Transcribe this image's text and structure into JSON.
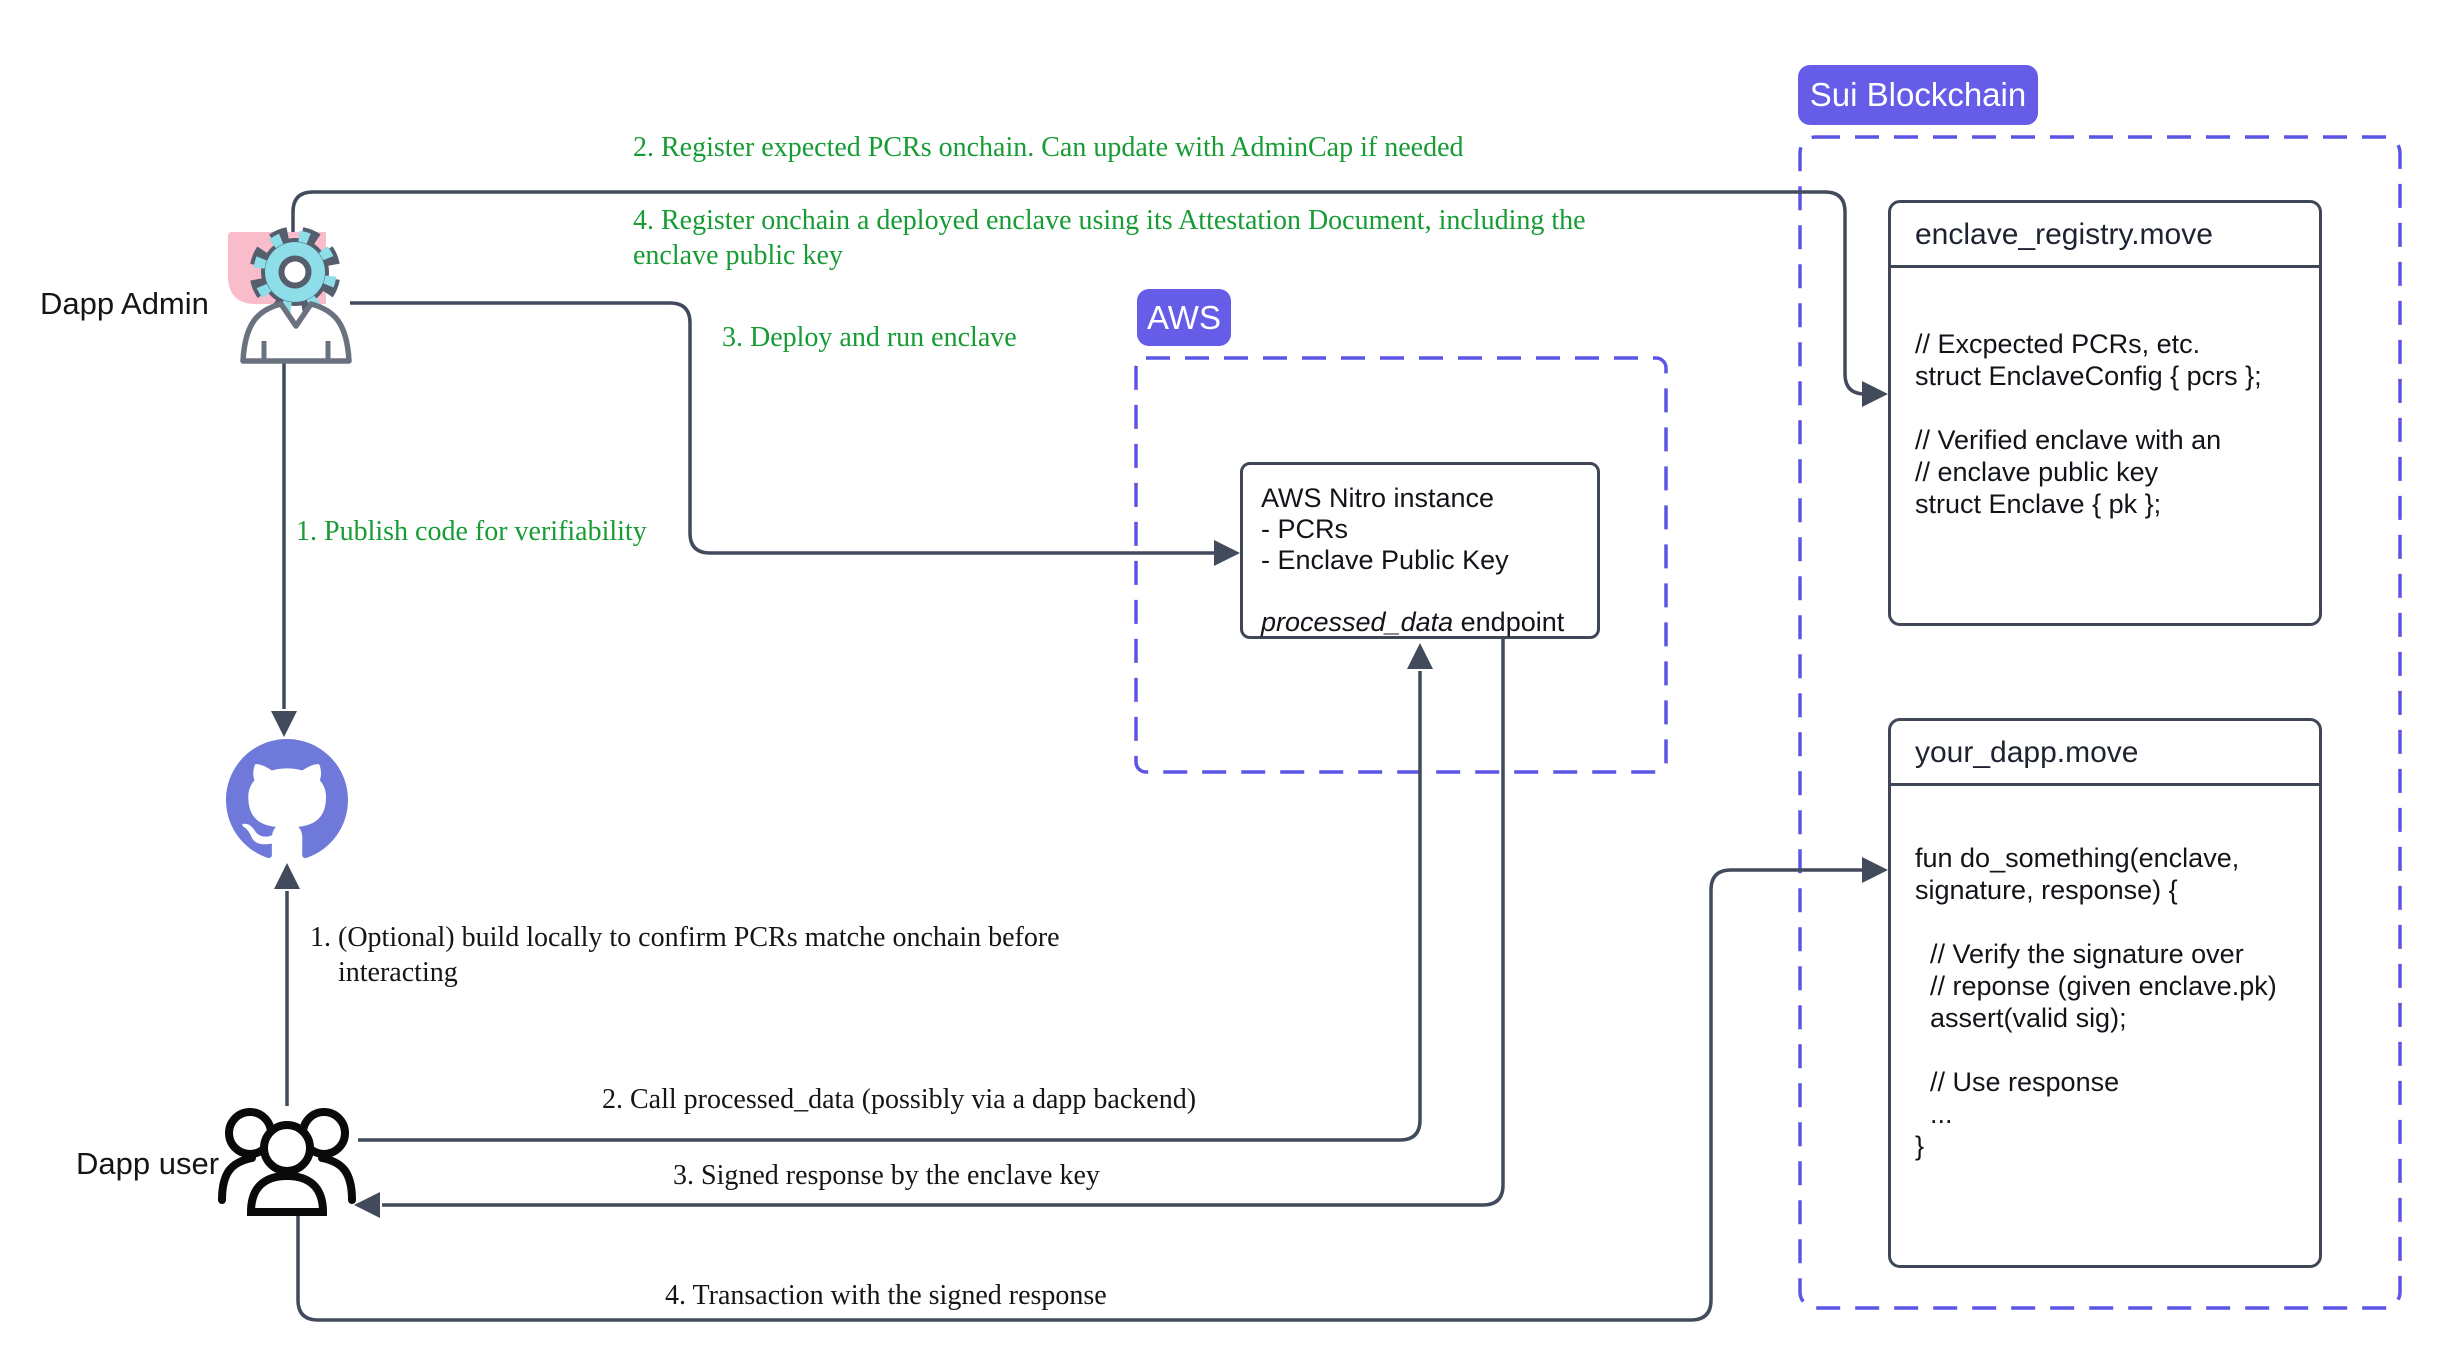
{
  "colors": {
    "accent-purple": "#655ce8",
    "dashed-border": "#5b55e6",
    "line": "#414b5c",
    "box-border": "#3f4757",
    "green": "#179c35",
    "github-blue": "#6e79da",
    "gear-cyan": "#8edeea",
    "gear-stroke": "#555e6d",
    "pink": "#f8bccb",
    "person-stroke": "#6a7280",
    "icon-black": "#0a0a0a"
  },
  "actors": {
    "admin_label": "Dapp Admin",
    "user_label": "Dapp user"
  },
  "annotations": {
    "green": {
      "register_pcrs": "2. Register expected PCRs onchain. Can update with AdminCap if needed",
      "register_enclave": [
        "4. Register onchain a deployed enclave using its Attestation Document, including the",
        "enclave public key"
      ],
      "deploy": "3. Deploy and run enclave",
      "publish": "1. Publish code for verifiability"
    },
    "black": {
      "build_locally": [
        "1. (Optional) build locally to confirm PCRs matche onchain before",
        "    interacting"
      ],
      "call_endpoint": "2. Call processed_data (possibly via a dapp backend)",
      "signed_response": "3. Signed response by the enclave key",
      "transaction": "4. Transaction with the signed response"
    }
  },
  "aws": {
    "badge": "AWS",
    "nitro": {
      "lines": [
        "AWS Nitro instance",
        "- PCRs",
        "- Enclave Public Key"
      ],
      "endpoint_italic": "processed_data",
      "endpoint_rest": " endpoint"
    }
  },
  "sui": {
    "badge": "Sui Blockchain",
    "registry": {
      "title": "enclave_registry.move",
      "code": [
        "// Excpected PCRs, etc.",
        "struct EnclaveConfig { pcrs };",
        "",
        "// Verified enclave with an",
        "// enclave public key",
        "struct Enclave { pk };"
      ]
    },
    "dapp": {
      "title": "your_dapp.move",
      "code": [
        "fun do_something(enclave,",
        "signature, response) {",
        "",
        "  // Verify the signature over",
        "  // reponse (given enclave.pk)",
        "  assert(valid sig);",
        "",
        "  // Use response",
        "  ...",
        "}"
      ]
    }
  }
}
